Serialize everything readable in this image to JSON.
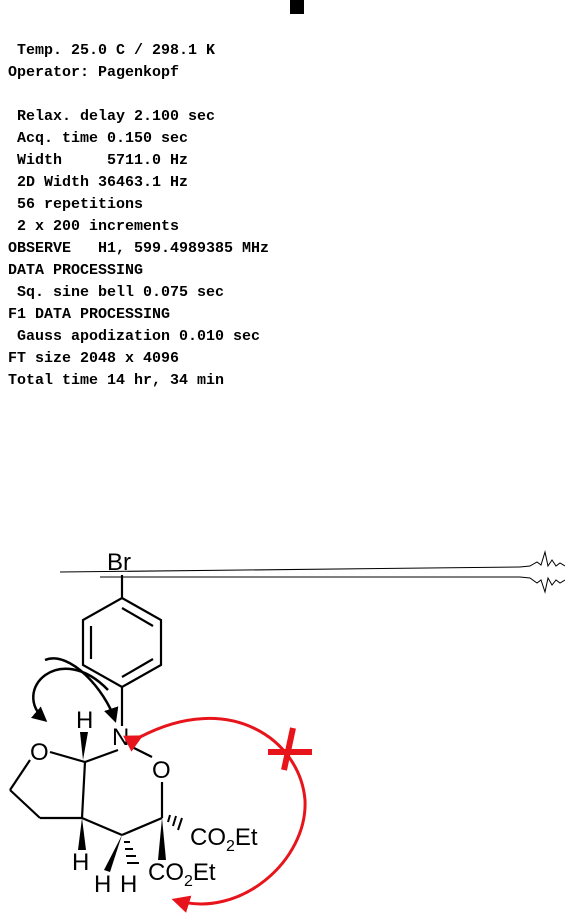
{
  "parameters": [
    " Temp. 25.0 C / 298.1 K",
    "Operator: Pagenkopf",
    "",
    " Relax. delay 2.100 sec",
    " Acq. time 0.150 sec",
    " Width     5711.0 Hz",
    " 2D Width 36463.1 Hz",
    " 56 repetitions",
    " 2 x 200 increments",
    "OBSERVE   H1, 599.4989385 MHz",
    "DATA PROCESSING",
    " Sq. sine bell 0.075 sec",
    "F1 DATA PROCESSING",
    " Gauss apodization 0.010 sec",
    "FT size 2048 x 4096",
    "Total time 14 hr, 34 min"
  ],
  "structure": {
    "br": "Br",
    "n": "N",
    "o_ring": "O",
    "o_furan": "O",
    "h_top": "H",
    "h_bottom_left": "H",
    "h_ch2_1": "H",
    "h_ch2_2": "H",
    "ester1_a": "CO",
    "ester1_b": "2",
    "ester1_c": "Et",
    "ester2_a": "CO",
    "ester2_b": "2",
    "ester2_c": "Et"
  },
  "colors": {
    "text": "#000000",
    "arrow_red": "#e8141c",
    "arrow_black": "#000000"
  }
}
